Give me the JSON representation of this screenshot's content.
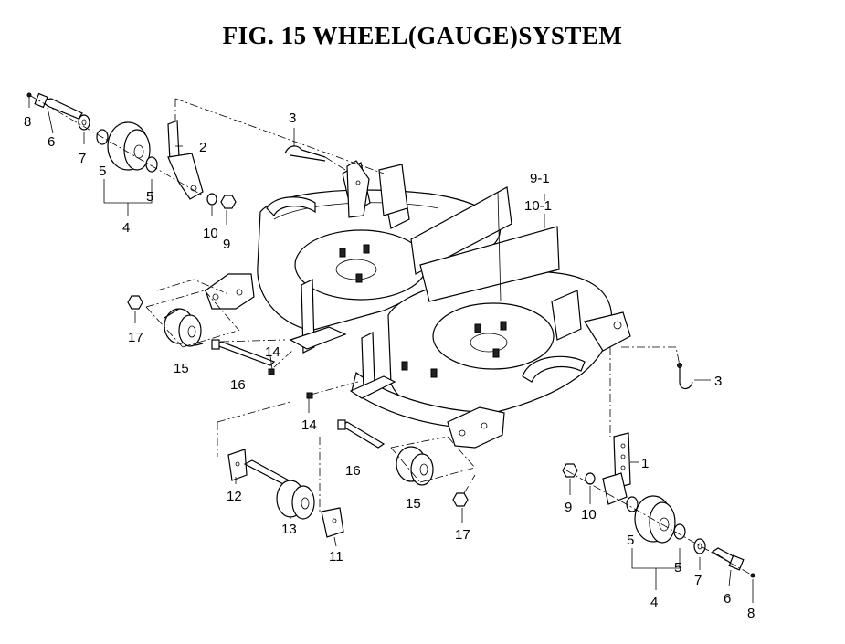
{
  "title": "FIG. 15  WHEEL(GAUGE)SYSTEM",
  "callouts": {
    "c1": "1",
    "c2": "2",
    "c3a": "3",
    "c3b": "3",
    "c4a": "4",
    "c4b": "4",
    "c5a": "5",
    "c5b": "5",
    "c5c": "5",
    "c5d": "5",
    "c6a": "6",
    "c6b": "6",
    "c7a": "7",
    "c7b": "7",
    "c8a": "8",
    "c8b": "8",
    "c9a": "9",
    "c9b": "9",
    "c10a": "10",
    "c10b": "10",
    "c9_1": "9-1",
    "c10_1": "10-1",
    "c11": "11",
    "c12": "12",
    "c13": "13",
    "c14a": "14",
    "c14b": "14",
    "c15a": "15",
    "c15b": "15",
    "c16a": "16",
    "c16b": "16",
    "c17a": "17",
    "c17b": "17"
  }
}
